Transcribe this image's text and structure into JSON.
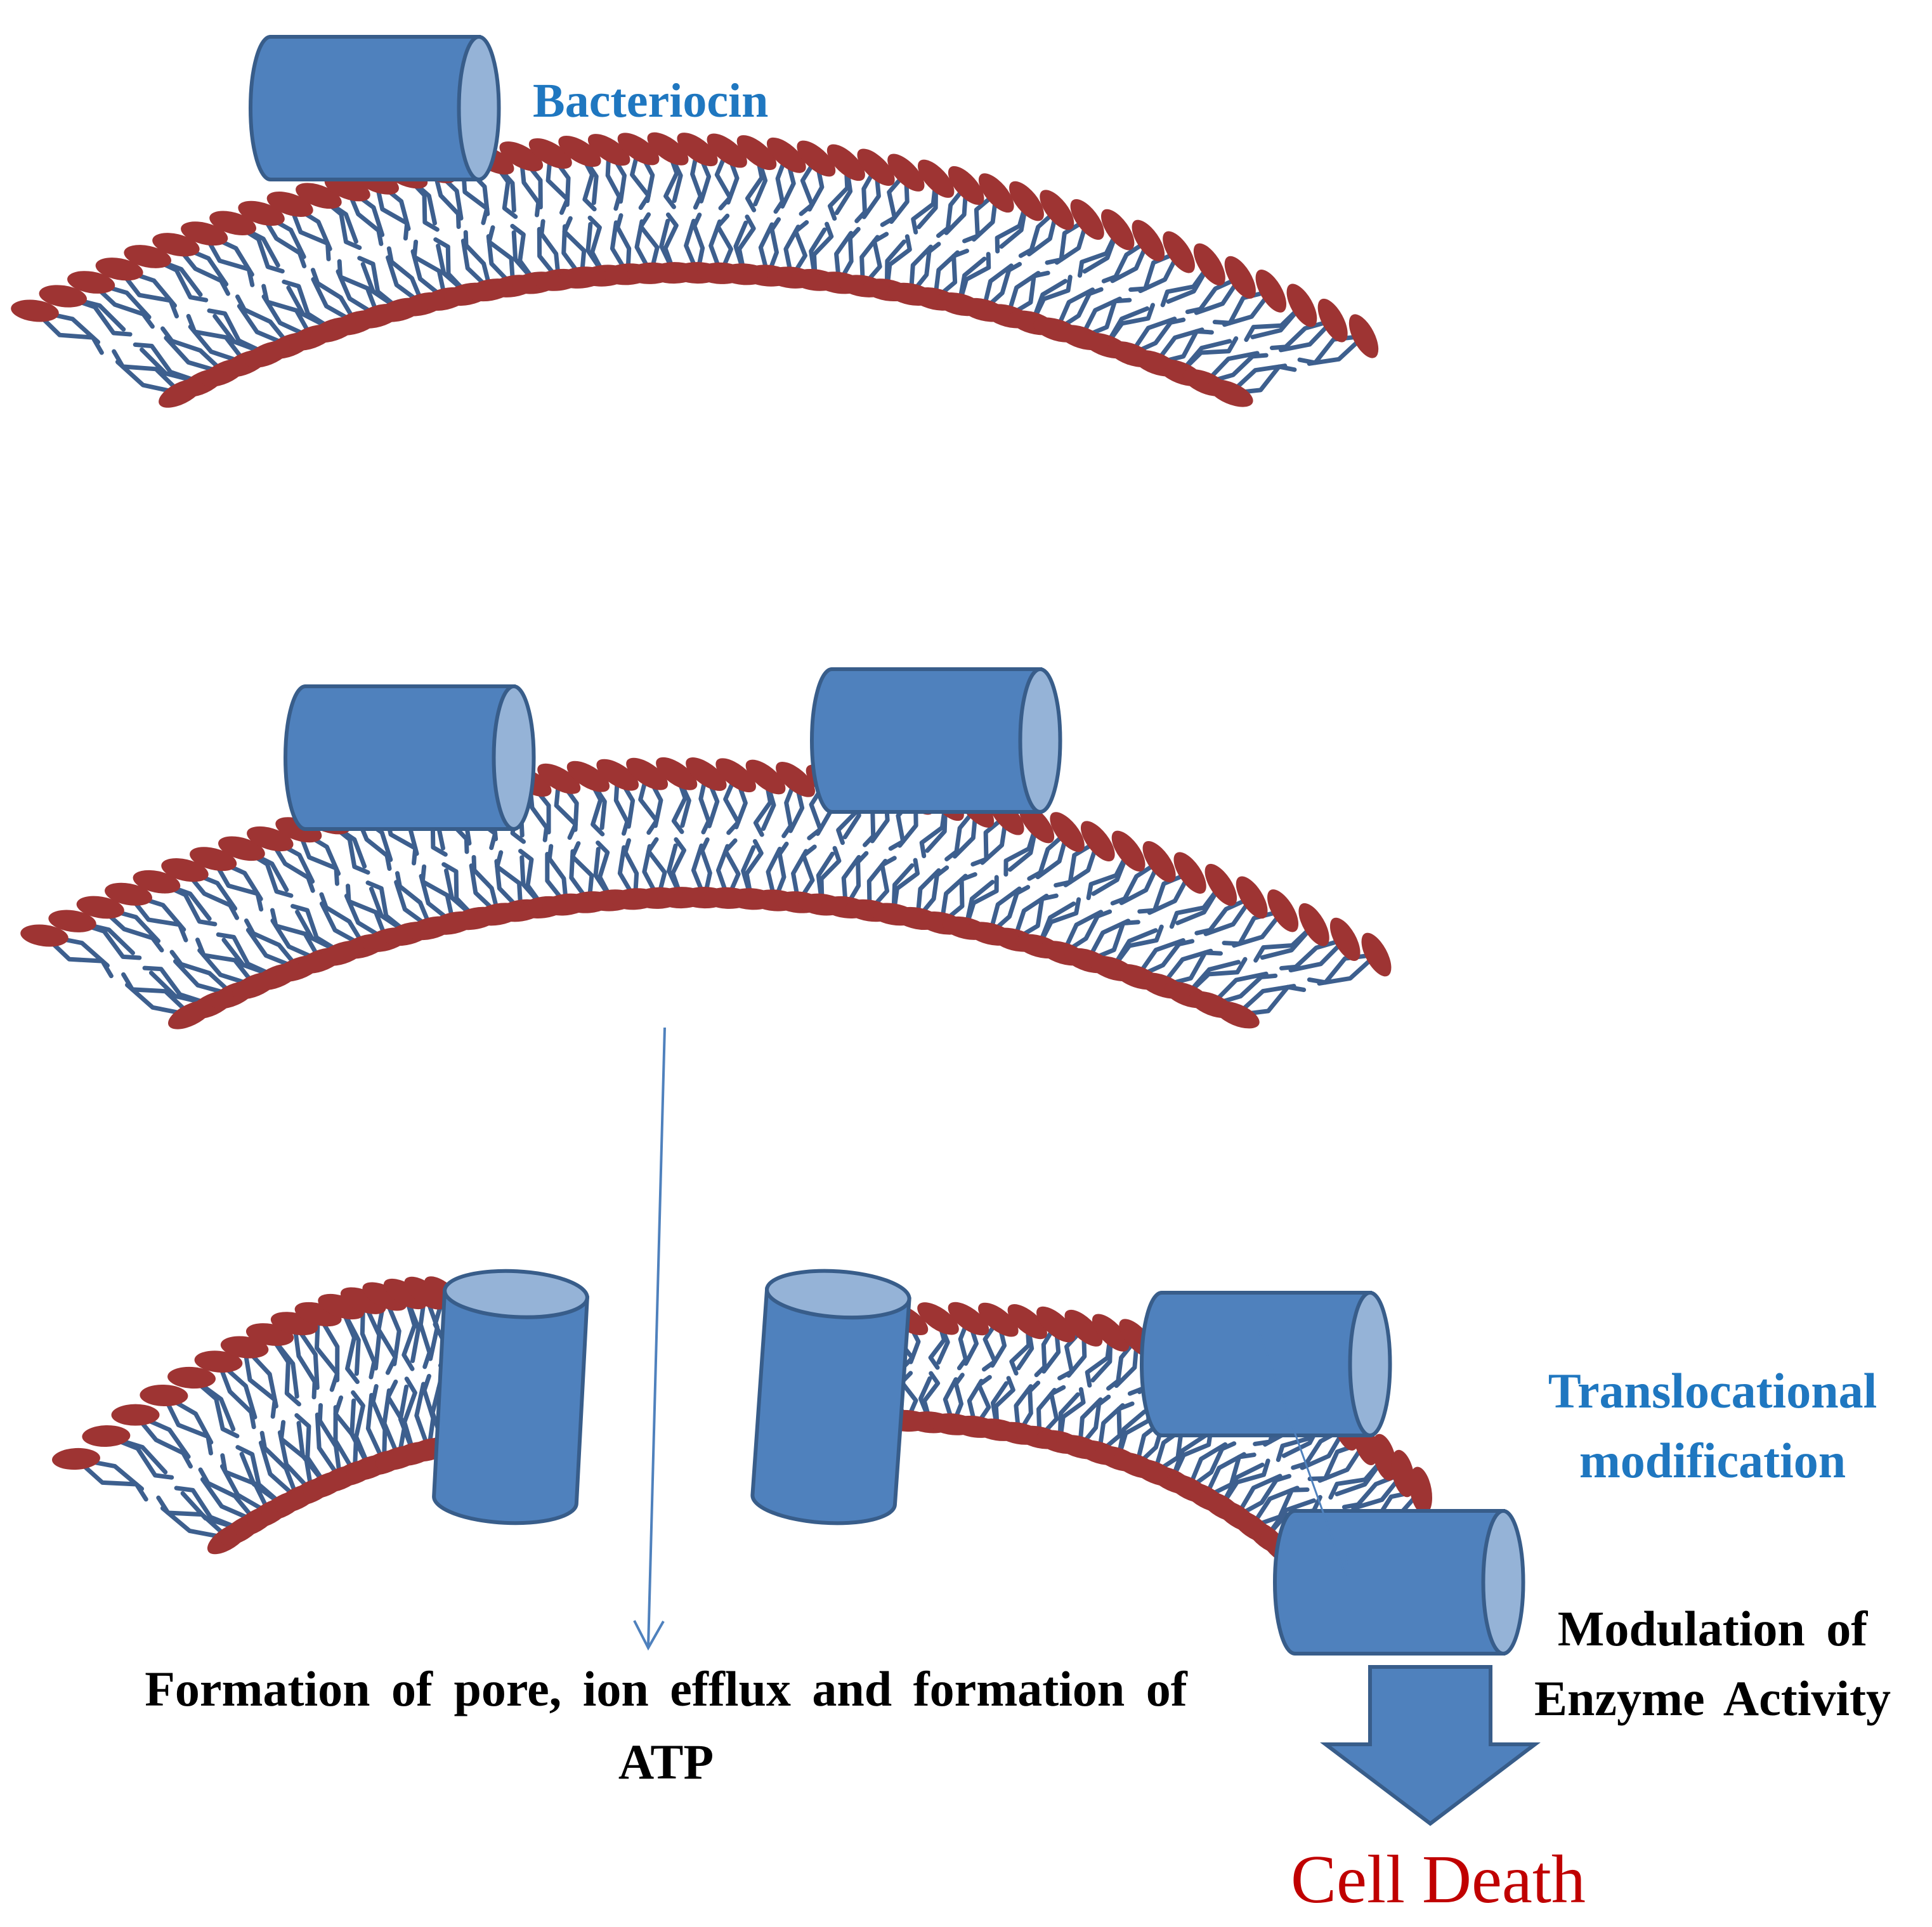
{
  "labels": {
    "bacteriocin": "Bacteriocin",
    "translocational_line1": "Translocational",
    "translocational_line2": "modification",
    "modulation_line1": "Modulation of",
    "modulation_line2": "Enzyme Activity",
    "pore_line1": "Formation of pore, ion efflux and formation of",
    "pore_line2": "ATP",
    "cell_death": "Cell Death"
  },
  "colors": {
    "head": "#9e3433",
    "tail": "#3d5f8e",
    "cyl_body": "#4f81bd",
    "cyl_end": "#95b3d7",
    "cyl_stroke": "#385d8a",
    "label_blue": "#1f77c0",
    "label_red": "#c00000",
    "arrow_line": "#4f81bd"
  }
}
